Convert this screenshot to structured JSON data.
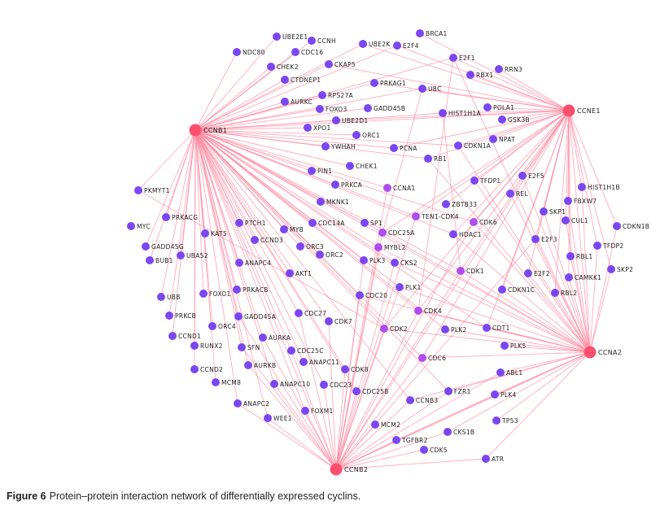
{
  "colors": {
    "hub": "#ff4f6e",
    "highlight": "#b04cf0",
    "node": "#7a47f2",
    "edge": "#ff8aa0"
  },
  "caption": {
    "label": "Figure 6",
    "text": "Protein–protein interaction network of differentially expressed cyclins."
  },
  "hubs": [
    "CCNB1",
    "CCNE1",
    "CCNA2",
    "CCNB2"
  ],
  "highlighted": [
    "CCNA1",
    "TEN1-CDK4",
    "CDC25A",
    "MYBL2",
    "CDK6",
    "CDK1",
    "CDK4",
    "CDK2",
    "CDC6"
  ],
  "nodes": [
    "CCNB1",
    "CCNE1",
    "CCNA2",
    "CCNB2",
    "UBE2E1",
    "CCNH",
    "NDC80",
    "CDC16",
    "CHEK2",
    "CKAP5",
    "CTDNEP1",
    "AURKC",
    "RPS27A",
    "FOXO3",
    "GADD45B",
    "UBE2D1",
    "XPO1",
    "ORC1",
    "PRKAG1",
    "BRCA1",
    "UBE2K",
    "E2F4",
    "E2F1",
    "RRN3",
    "RBX1",
    "UBC",
    "HIST1H1A",
    "POLA1",
    "GSK3B",
    "NPAT",
    "CDKN1A",
    "PCNA",
    "RB1",
    "CHEK1",
    "YWHAH",
    "E2F5",
    "TFDP1",
    "PIN1",
    "PRKCA",
    "CCNA1",
    "MKNK1",
    "CDC14A",
    "SP1",
    "TEN1-CDK4",
    "ZBTB33",
    "CDC25A",
    "HDAC1",
    "CDK6",
    "MYB",
    "ORC3",
    "ORC2",
    "MYBL2",
    "PLK3",
    "CKS2",
    "AKT1",
    "CDK1",
    "PLK1",
    "REL",
    "HIST1H1B",
    "FBXW7",
    "SKP1",
    "CUL1",
    "CDKN1B",
    "E2F3",
    "TFDP2",
    "RBL1",
    "SKP2",
    "E2F2",
    "CAMKK1",
    "CDKN1C",
    "RBL2",
    "PKMYT1",
    "PRKACG",
    "MYC",
    "PTCH1",
    "KAT5",
    "CCND3",
    "GADD45G",
    "UBA52",
    "BUB1",
    "ANAPC4",
    "FOXO1",
    "PRKACB",
    "UBB",
    "PRKCB",
    "GADD45A",
    "ORC4",
    "CCND1",
    "CDC27",
    "CDK7",
    "AURKA",
    "RUNX2",
    "SFN",
    "CDC25C",
    "ANAPC11",
    "AURKB",
    "CCND2",
    "CDK8",
    "MCM8",
    "ANAPC10",
    "CDC23",
    "CDC25B",
    "ANAPC2",
    "FOXM1",
    "WEE1",
    "CDC20",
    "CDK4",
    "CDK2",
    "PLK2",
    "CDT1",
    "PLK5",
    "CDC6",
    "ABL1",
    "FZR1",
    "PLK4",
    "CCNB3",
    "TP53",
    "MCM2",
    "CKS1B",
    "TGFBR2",
    "CDK5",
    "ATR"
  ],
  "edges": {
    "CCNB1": [
      "NDC80",
      "UBE2E1",
      "CCNH",
      "CDC16",
      "CHEK2",
      "CKAP5",
      "CTDNEP1",
      "AURKC",
      "RPS27A",
      "FOXO3",
      "GADD45B",
      "UBE2D1",
      "XPO1",
      "ORC1",
      "YWHAH",
      "PCNA",
      "RB1",
      "CHEK1",
      "PIN1",
      "PRKCA",
      "CCNA1",
      "MKNK1",
      "CDC14A",
      "SP1",
      "TEN1-CDK4",
      "CDC25A",
      "MYB",
      "ORC3",
      "ORC2",
      "MYBL2",
      "PLK3",
      "CKS2",
      "AKT1",
      "CDK1",
      "PLK1",
      "PKMYT1",
      "PRKACG",
      "PTCH1",
      "KAT5",
      "CCND3",
      "GADD45G",
      "UBA52",
      "BUB1",
      "ANAPC4",
      "FOXO1",
      "PRKACB",
      "UBB",
      "PRKCB",
      "GADD45A",
      "ORC4",
      "CCND1",
      "CDC27",
      "CDK7",
      "AURKA",
      "RUNX2",
      "SFN",
      "CDC25C",
      "ANAPC11",
      "AURKB",
      "CCND2",
      "CDK8",
      "MCM8",
      "ANAPC10",
      "CDC23",
      "CDC25B",
      "ANAPC2",
      "FOXM1",
      "WEE1",
      "CDC20",
      "CDK4",
      "CDK2",
      "PLK2",
      "CDC6",
      "PRKAG1",
      "UBE2K",
      "E2F4",
      "UBC",
      "HIST1H1A",
      "CDKN1A",
      "CDK6",
      "HDAC1",
      "E2F1",
      "CCNB3",
      "FZR1",
      "CDT1",
      "CCNE1",
      "CCNA2",
      "CCNB2"
    ],
    "CCNB2": [
      "CDC20",
      "CDK2",
      "CDK4",
      "CDK1",
      "MCM2",
      "TGFBR2",
      "CDK5",
      "CKS1B",
      "ATR",
      "FZR1",
      "CCNB3",
      "PLK4",
      "CDC6",
      "ABL1",
      "CDC25B",
      "CDC25C",
      "AURKA",
      "AURKB",
      "ANAPC10",
      "FOXM1",
      "WEE1",
      "CCNA1",
      "MYBL2",
      "CDC25A",
      "PLK1",
      "CKS2",
      "CDK7",
      "CDC27",
      "GADD45A",
      "SFN",
      "CDC23",
      "ANAPC2",
      "TEN1-CDK4",
      "CDK6",
      "E2F3",
      "PLK3",
      "CDK8",
      "CCNA2",
      "CCNE1"
    ],
    "CCNE1": [
      "BRCA1",
      "E2F4",
      "E2F1",
      "RRN3",
      "RBX1",
      "UBC",
      "HIST1H1A",
      "POLA1",
      "GSK3B",
      "NPAT",
      "CDKN1A",
      "PCNA",
      "RB1",
      "TFDP1",
      "E2F5",
      "REL",
      "HIST1H1B",
      "FBXW7",
      "SKP1",
      "CUL1",
      "CDKN1B",
      "E2F3",
      "TFDP2",
      "RBL1",
      "SKP2",
      "E2F2",
      "CAMKK1",
      "CDKN1C",
      "RBL2",
      "CDK2",
      "CDK1",
      "CDK4",
      "CDK6",
      "CDC25A",
      "TEN1-CDK4",
      "ZBTB33",
      "HDAC1",
      "CDC6",
      "CDT1",
      "UBE2D1",
      "UBE2K",
      "PRKAG1",
      "CKAP5",
      "CCNA2"
    ],
    "CCNA2": [
      "CDKN1B",
      "SKP2",
      "TFDP2",
      "CAMKK1",
      "RBL2",
      "RBL1",
      "CUL1",
      "SKP1",
      "FBXW7",
      "HIST1H1B",
      "E2F2",
      "E2F3",
      "CDKN1C",
      "CDT1",
      "PLK5",
      "ABL1",
      "PLK4",
      "TP53",
      "ATR",
      "FZR1",
      "CDC6",
      "CDK2",
      "CDK4",
      "CDK1",
      "CDK6",
      "PLK1",
      "PLK2",
      "CDC25A",
      "MYBL2",
      "CDC20",
      "CKS1B",
      "TGFBR2",
      "E2F1",
      "E2F5",
      "REL",
      "CDKN1A",
      "HDAC1",
      "CCNB3",
      "CKS2",
      "RB1",
      "TFDP1"
    ],
    "PKMYT1": [
      "CDK2"
    ],
    "UBC": [
      "CDC25A"
    ],
    "E2F1": [
      "CDK4"
    ],
    "HIST1H1A": [
      "CDK1"
    ]
  }
}
